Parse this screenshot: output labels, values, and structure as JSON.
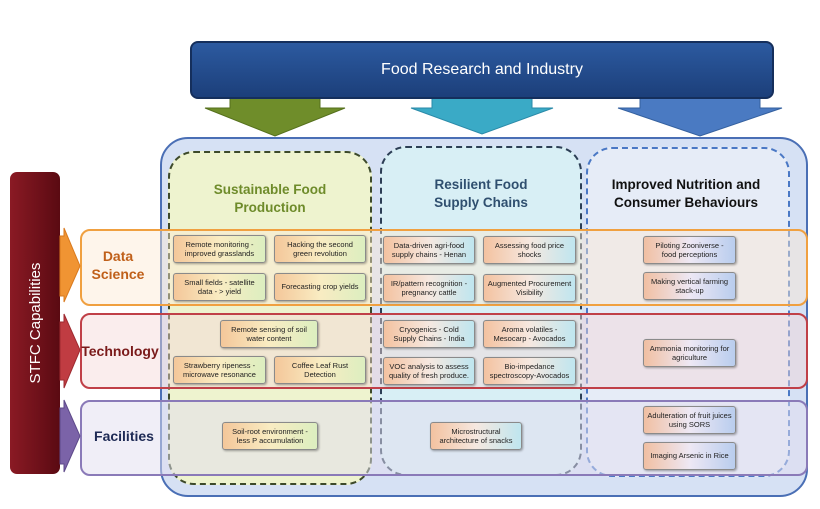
{
  "header": {
    "title": "Food Research and Industry"
  },
  "side_label": "STFC Capabilities",
  "columns": [
    {
      "title_line1": "Sustainable Food",
      "title_line2": "Production",
      "color": "#6e8b2a"
    },
    {
      "title_line1": "Resilient Food",
      "title_line2": "Supply Chains",
      "color": "#2f4f6f"
    },
    {
      "title_line1": "Improved Nutrition and",
      "title_line2": "Consumer Behaviours",
      "color": "#111111"
    }
  ],
  "rows": [
    {
      "line1": "Data",
      "line2": "Science",
      "color": "#c0601a"
    },
    {
      "line1": "Technology",
      "line2": "",
      "color": "#7a1a1a"
    },
    {
      "line1": "Facilities",
      "line2": "",
      "color": "#1e2a55"
    }
  ],
  "items": {
    "b1": "Remote monitoring - improved grasslands",
    "b2": "Hacking the second green revolution",
    "b3": "Small fields - satellite data - > yield",
    "b4": "Forecasting crop yields",
    "b5": "Data-driven agri-food supply chains - Henan",
    "b6": "Assessing food price shocks",
    "b7": "IR/pattern recognition - pregnancy cattle",
    "b8": "Augmented Procurement Visibility",
    "b9": "Piloting Zooniverse - food perceptions",
    "b10": "Making vertical farming stack-up",
    "b11": "Remote sensing of soil water content",
    "b12": "Strawberry ripeness - microwave resonance",
    "b13": "Coffee Leaf Rust Detection",
    "b14": "Cryogenics - Cold Supply Chains - India",
    "b15": "Aroma volatiles - Mesocarp - Avocados",
    "b16": "VOC analysis to assess quality of fresh produce.",
    "b17": "Bio-impedance spectroscopy-Avocados",
    "b18": "Ammonia monitoring for agriculture",
    "b19": "Soil-root environment - less P accumulation",
    "b20": "Microstructural architecture of snacks",
    "b21": "Adulteration of fruit juices using SORS",
    "b22": "Imaging Arsenic in Rice"
  }
}
